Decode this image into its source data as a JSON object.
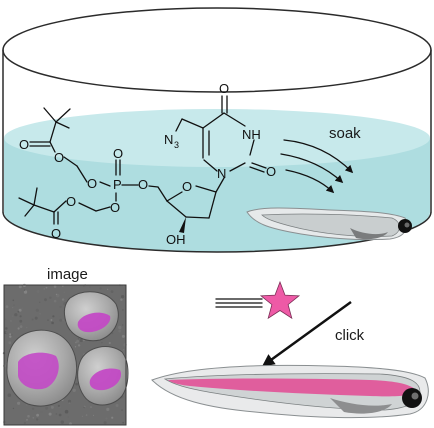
{
  "labels": {
    "soak": "soak",
    "image": "image",
    "click": "click"
  },
  "atoms": {
    "n3": "N",
    "n3_sub": "3",
    "nh": "NH",
    "n1": "N",
    "o_top": "O",
    "o_c2": "O",
    "o_ring": "O",
    "o_5p": "O",
    "p": "P",
    "o_p_double": "O",
    "o_p_left": "O",
    "o_p_down": "O",
    "o_upper_ester": "O",
    "o_upper_carbonyl": "O",
    "o_lower_ester": "O",
    "o_lower_carbonyl": "O",
    "oh": "OH"
  },
  "colors": {
    "liquid": "#aedde0",
    "liquid_top": "#c7e9eb",
    "dish_stroke": "#2b2b2b",
    "fluorescent": "#e0579a",
    "star": "#ee5aa6",
    "micrograph_bg": "#6c6c6c",
    "cell_stain": "#c347c6"
  }
}
